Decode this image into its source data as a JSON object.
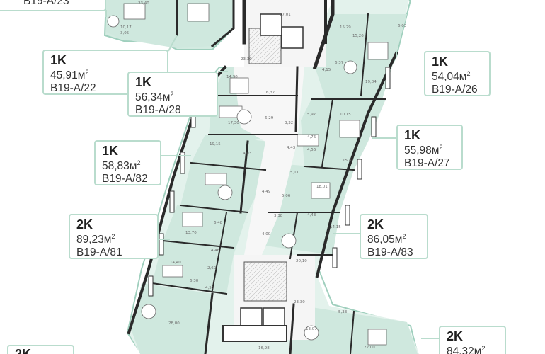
{
  "colors": {
    "apartment_fill": "#cfe8de",
    "apartment_fill_light": "#e3f2ec",
    "balcony_fill": "#d3ebe1",
    "wall": "#2a2a2a",
    "core": "#f3f3f3",
    "label_border": "#b9dccd",
    "outline": "#9fcfbd"
  },
  "labels": [
    {
      "id": "b19-a-23",
      "type": "",
      "area": "",
      "unit": "",
      "code": "B19-A/23"
    },
    {
      "id": "b19-a-22",
      "type": "1K",
      "area": "45,91",
      "unit": "м",
      "code": "B19-A/22"
    },
    {
      "id": "b19-a-28",
      "type": "1K",
      "area": "56,34",
      "unit": "м",
      "code": "B19-A/28"
    },
    {
      "id": "b19-a-26",
      "type": "1K",
      "area": "54,04",
      "unit": "м",
      "code": "B19-A/26"
    },
    {
      "id": "b19-a-27",
      "type": "1K",
      "area": "55,98",
      "unit": "м",
      "code": "B19-A/27"
    },
    {
      "id": "b19-a-82",
      "type": "1K",
      "area": "58,83",
      "unit": "м",
      "code": "B19-A/82"
    },
    {
      "id": "b19-a-81",
      "type": "2K",
      "area": "89,23",
      "unit": "м",
      "code": "B19-A/81"
    },
    {
      "id": "b19-a-83",
      "type": "2K",
      "area": "86,05",
      "unit": "м",
      "code": "B19-A/83"
    },
    {
      "id": "b19-a-84",
      "type": "2K",
      "area": "84,32",
      "unit": "м",
      "code": ""
    },
    {
      "id": "partial-bottom-left",
      "type": "2K",
      "area": "",
      "unit": "",
      "code": ""
    }
  ],
  "room_areas": [
    "17,01",
    "23,30",
    "23,30",
    "16,98",
    "10,17",
    "3,05",
    "23,40",
    "14,90",
    "6,37",
    "17,30",
    "6,29",
    "3,32",
    "19,15",
    "4,03",
    "4,43",
    "5,11",
    "18,01",
    "4,49",
    "5,06",
    "4,43",
    "14,15",
    "3,38",
    "4,00",
    "20,10",
    "6,48",
    "13,70",
    "4,46",
    "14,40",
    "2,60",
    "6,30",
    "4,56",
    "28,00",
    "15,26",
    "6,37",
    "19,04",
    "4,15",
    "5,97",
    "4,76",
    "4,56",
    "15,42",
    "10,15",
    "5,33",
    "13,07",
    "22,00",
    "6,03",
    "15,29"
  ]
}
